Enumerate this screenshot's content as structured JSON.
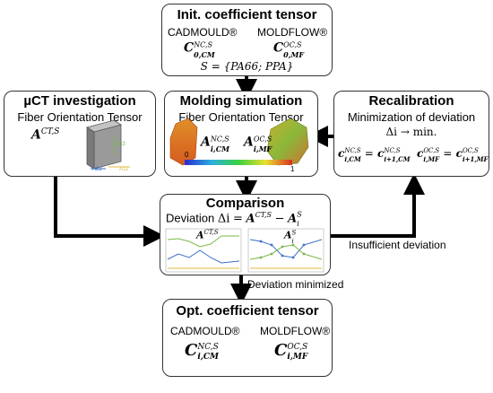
{
  "init": {
    "title": "Init. coefficient tensor",
    "left_label": "CADMOULD®",
    "right_label": "MOLDFLOW®",
    "left_coef_base": "C",
    "left_coef_sup": "NC,S",
    "left_coef_sub": "0,CM",
    "right_coef_base": "C",
    "right_coef_sup": "OC,S",
    "right_coef_sub": "0,MF",
    "set_text": "S = {PA66; PPA}"
  },
  "muct": {
    "title": "µCT investigation",
    "subtitle": "Fiber Orientation Tensor",
    "tensor_base": "A",
    "tensor_sup": "CT,S",
    "axis_a22": "A22",
    "axis_a11": "A11",
    "axis_a33": "A33"
  },
  "molding": {
    "title": "Molding simulation",
    "subtitle": "Fiber Orientation Tensor",
    "left_tensor_base": "A",
    "left_tensor_sup": "NC,S",
    "left_tensor_sub": "i,CM",
    "right_tensor_base": "A",
    "right_tensor_sup": "OC,S",
    "right_tensor_sub": "i,MF",
    "scale_min": "0",
    "scale_max": "1"
  },
  "recal": {
    "title": "Recalibration",
    "subtitle": "Minimization of deviation",
    "goal": "Δi → min.",
    "eq_left": "c",
    "eq1_sup": "NC,S",
    "eq1_sub": "i,CM",
    "eq1_rsub": "i+1,CM",
    "eq2_sup": "OC,S",
    "eq2_sub": "i,MF",
    "eq2_rsub": "i+1,MF"
  },
  "comparison": {
    "title": "Comparison",
    "deviation_label": "Deviation",
    "delta": "Δi",
    "equals": "=",
    "tensor_a_sup": "CT,S",
    "minus": "−",
    "tensor_b_sup": "S",
    "tensor_b_sub": "i",
    "plot1_label_sup": "CT,S",
    "plot2_label_sup": "S",
    "plot2_label_sub": "i"
  },
  "arrows": {
    "insufficient": "Insufficient deviation",
    "minimized": "Deviation minimized"
  },
  "opt": {
    "title": "Opt. coefficient tensor",
    "left_label": "CADMOULD®",
    "right_label": "MOLDFLOW®",
    "left_coef_base": "C",
    "left_coef_sup": "NC,S",
    "left_coef_sub": "i,CM",
    "right_coef_base": "C",
    "right_coef_sup": "OC,S",
    "right_coef_sub": "i,MF"
  },
  "colors": {
    "plot_blue": "#3a6fc4",
    "plot_green": "#79b94a",
    "plot_yellow": "#e2b93b",
    "arrow": "#000000"
  }
}
